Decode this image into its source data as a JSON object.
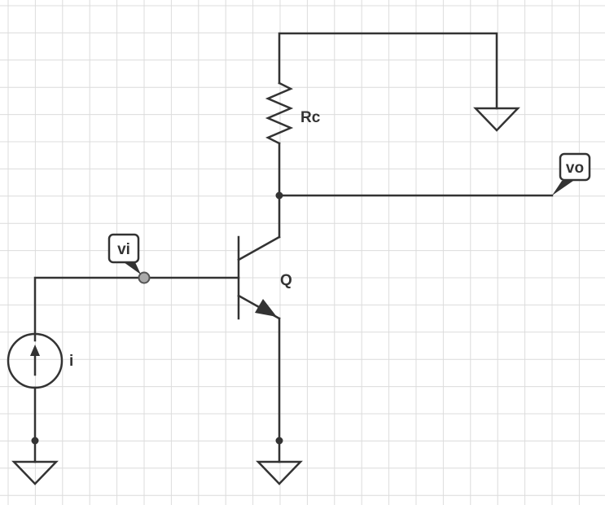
{
  "labels": {
    "resistor": "Rc",
    "transistor": "Q",
    "source": "i",
    "input_node": "vi",
    "output_node": "vo"
  },
  "colors": {
    "wire": "#333333",
    "grid": "#dcdcdc",
    "input_node_fill": "#aaaaaa",
    "background": "#ffffff"
  },
  "icons": {
    "source": "current-source-icon",
    "ground": "ground-icon",
    "resistor": "resistor-icon",
    "transistor": "npn-transistor-icon"
  }
}
